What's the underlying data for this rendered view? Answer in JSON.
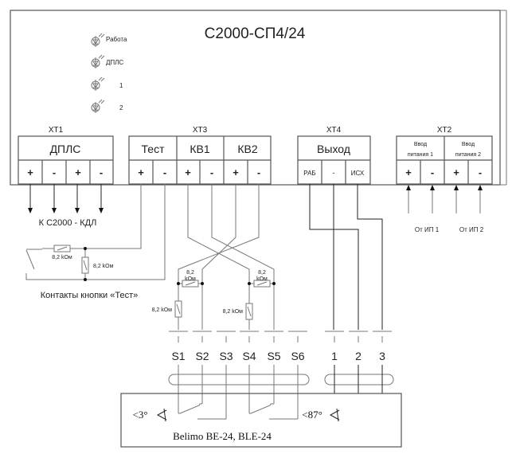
{
  "device": {
    "title": "С2000-СП4/24",
    "leds": [
      {
        "label": "Работа"
      },
      {
        "label": "ДПЛС"
      },
      {
        "label": "1"
      },
      {
        "label": "2"
      }
    ]
  },
  "blocks": {
    "xt1": {
      "name": "XT1",
      "groups": [
        {
          "label": "ДПЛС"
        }
      ],
      "pins": [
        "+",
        "-",
        "+",
        "-"
      ]
    },
    "xt3": {
      "name": "XT3",
      "groups": [
        {
          "label": "Тест"
        },
        {
          "label": "КВ1"
        },
        {
          "label": "КВ2"
        }
      ],
      "pins": [
        "+",
        "-",
        "+",
        "-",
        "+",
        "-"
      ]
    },
    "xt4": {
      "name": "XT4",
      "groups": [
        {
          "label": "Выход"
        }
      ],
      "pins": [
        "РАБ",
        "-",
        "ИСХ"
      ]
    },
    "xt2": {
      "name": "XT2",
      "groups": [
        {
          "line1": "Ввод",
          "line2": "питания 1"
        },
        {
          "line1": "Ввод",
          "line2": "питания 2"
        }
      ],
      "pins": [
        "+",
        "-",
        "+",
        "-"
      ]
    }
  },
  "labels": {
    "kdl": "К С2000 - КДЛ",
    "ip1": "От ИП 1",
    "ip2": "От ИП 2",
    "test_contacts": "Контакты кнопки «Тест»",
    "res_a": "8,2 kОм",
    "res_b": "8,2 kОм",
    "res_c1": "8,2",
    "res_c2": "kОм",
    "res_d": "8,2 kОм",
    "res_e1": "8,2",
    "res_e2": "kОм",
    "res_f": "8,2 kОм"
  },
  "actuator": {
    "terminals": [
      "S1",
      "S2",
      "S3",
      "S4",
      "S5",
      "S6",
      "1",
      "2",
      "3"
    ],
    "angle_low": "<3°",
    "angle_high": "<87°",
    "model": "Belimo BE-24, BLE-24"
  }
}
